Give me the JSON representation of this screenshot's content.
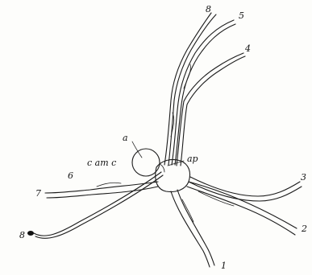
{
  "figure": {
    "labels": {
      "n1": "1",
      "n2": "2",
      "n3": "3",
      "n4": "4",
      "n5": "5",
      "n6": "6",
      "n7": "7",
      "n8": "8",
      "n8_top": "8",
      "cam": "c am c",
      "ap": "ap",
      "a": "a"
    }
  }
}
